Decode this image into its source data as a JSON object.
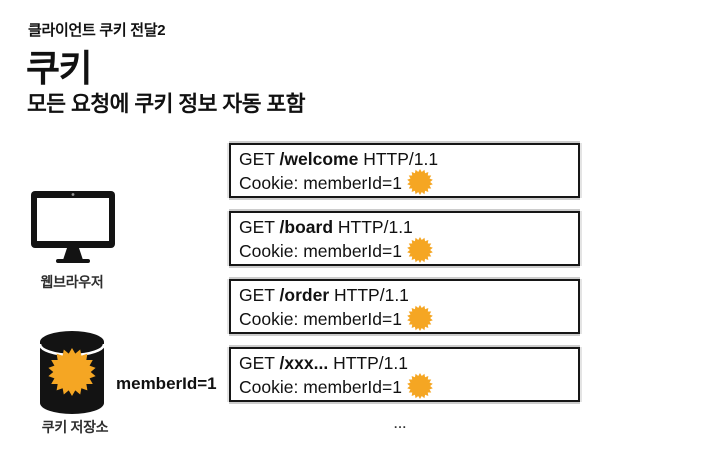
{
  "slide": {
    "kicker": "클라이언트 쿠키 전달2",
    "title": "쿠키",
    "subtitle": "모든 요청에 쿠키 정보 자동 포함"
  },
  "left": {
    "browser_label": "웹브라우저",
    "storage_label": "쿠키 저장소",
    "cookie_value": "memberId=1"
  },
  "requests": [
    {
      "method": "GET",
      "path": "/welcome",
      "protocol": "HTTP/1.1",
      "cookie": "Cookie: memberId=1"
    },
    {
      "method": "GET",
      "path": "/board",
      "protocol": "HTTP/1.1",
      "cookie": "Cookie: memberId=1"
    },
    {
      "method": "GET",
      "path": "/order",
      "protocol": "HTTP/1.1",
      "cookie": "Cookie: memberId=1"
    },
    {
      "method": "GET",
      "path": "/xxx...",
      "protocol": "HTTP/1.1",
      "cookie": "Cookie: memberId=1"
    }
  ],
  "ellipsis": "...",
  "icons": {
    "browser": "monitor-icon",
    "storage": "database-icon",
    "cookie": "starburst-icon"
  },
  "colors": {
    "accent_orange": "#F5A623",
    "ink": "#131313"
  }
}
